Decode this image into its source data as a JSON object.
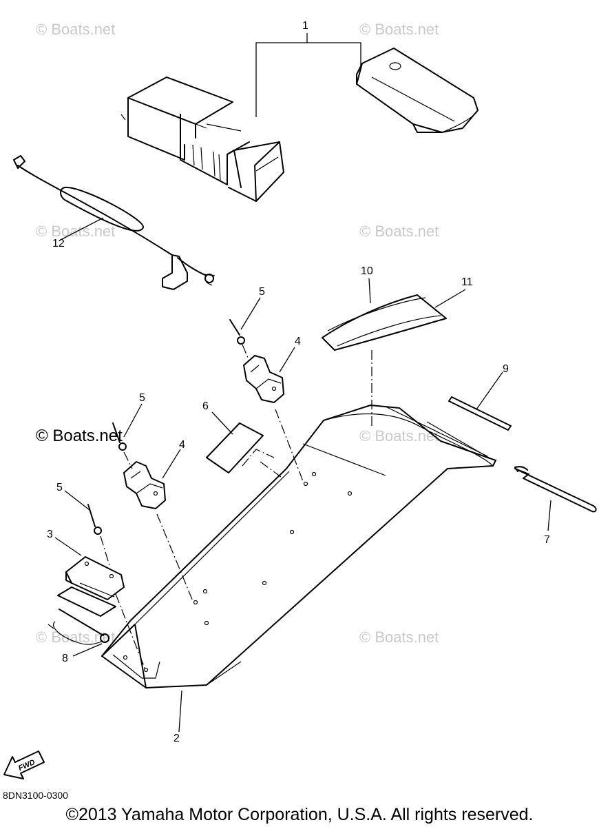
{
  "watermarks": {
    "top_left": "© Boats.net",
    "top_right": "© Boats.net",
    "mid_left": "© Boats.net",
    "mid_right": "© Boats.net",
    "center_dark": "© Boats.net",
    "fender_right": "© Boats.net",
    "lower_left": "© Boats.net",
    "lower_right": "© Boats.net"
  },
  "callouts": {
    "part_1": "1",
    "part_2": "2",
    "part_3": "3",
    "part_4_upper": "4",
    "part_4_lower": "4",
    "part_5_upper": "5",
    "part_5_mid": "5",
    "part_5_lower": "5",
    "part_6": "6",
    "part_7": "7",
    "part_8": "8",
    "part_9": "9",
    "part_10": "10",
    "part_11": "11",
    "part_12": "12"
  },
  "fwd_label": "FWD",
  "diagram_code": "8DN3100-0300",
  "copyright": "©2013 Yamaha Motor Corporation, U.S.A. All rights reserved."
}
